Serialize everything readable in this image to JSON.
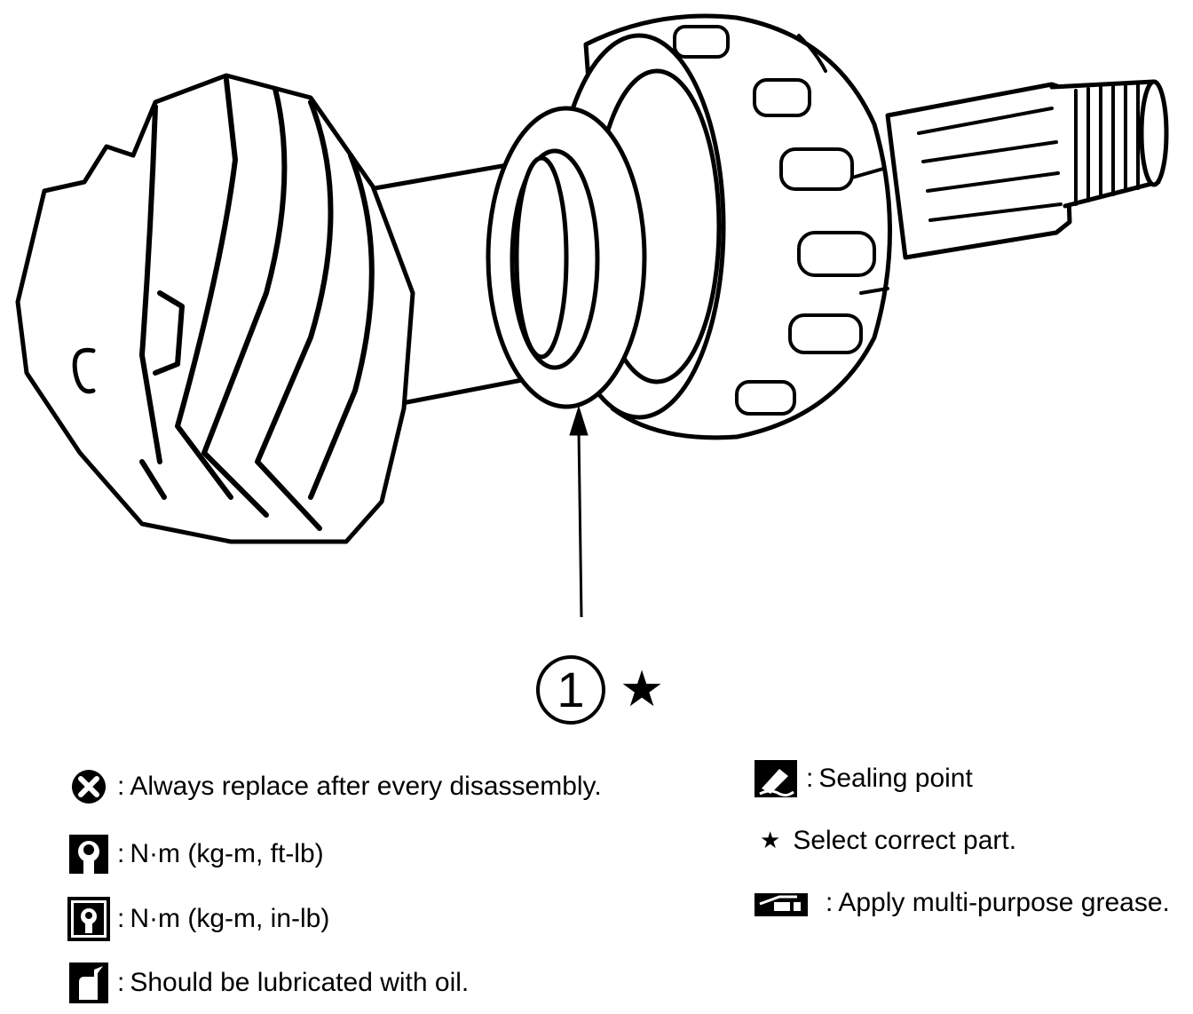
{
  "callout": {
    "number": "1",
    "star": "★"
  },
  "legend": {
    "replace": {
      "icon": "replace-x-icon",
      "text": "Always replace after every disassembly."
    },
    "torque_ftlb": {
      "icon": "torque-wrench-icon",
      "text": "N·m (kg-m, ft-lb)"
    },
    "torque_inlb": {
      "icon": "torque-wrench-filled-icon",
      "text": "N·m (kg-m, in-lb)"
    },
    "oil": {
      "icon": "oil-can-icon",
      "text": "Should be lubricated with oil."
    },
    "sealing": {
      "icon": "sealant-tube-icon",
      "text": "Sealing point"
    },
    "select_part": {
      "icon": "star-icon",
      "symbol": "★",
      "text": "Select correct part."
    },
    "grease": {
      "icon": "grease-gun-icon",
      "text": "Apply multi-purpose grease."
    }
  },
  "separator": ":"
}
